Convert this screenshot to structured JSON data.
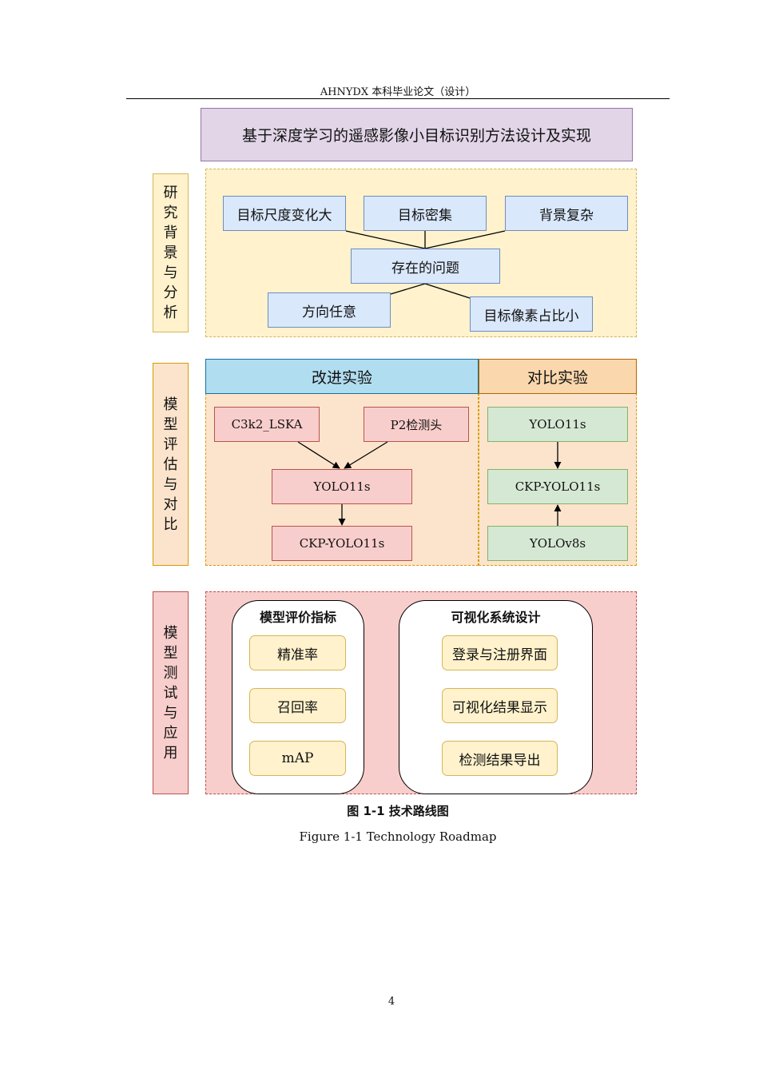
{
  "header": {
    "text": "AHNYDX 本科毕业论文（设计）"
  },
  "figure": {
    "title": "基于深度学习的遥感影像小目标识别方法设计及实现",
    "section1": {
      "label": [
        "研",
        "究",
        "背",
        "景",
        "与",
        "分",
        "析"
      ],
      "top_nodes": [
        "目标尺度变化大",
        "目标密集",
        "背景复杂"
      ],
      "center": "存在的问题",
      "bottom_nodes": [
        "方向任意",
        "目标像素占比小"
      ]
    },
    "section2": {
      "label": [
        "模",
        "型",
        "评",
        "估",
        "与",
        "对",
        "比"
      ],
      "improve_header": "改进实验",
      "compare_header": "对比实验",
      "improve_nodes": {
        "a": "C3k2_LSKA",
        "b": "P2检测头",
        "c": "YOLO11s",
        "d": "CKP-YOLO11s"
      },
      "compare_nodes": {
        "a": "YOLO11s",
        "b": "CKP-YOLO11s",
        "c": "YOLOv8s"
      }
    },
    "section3": {
      "label": [
        "模",
        "型",
        "测",
        "试",
        "与",
        "应",
        "用"
      ],
      "metrics_title": "模型评价指标",
      "metrics": [
        "精准率",
        "召回率",
        "mAP"
      ],
      "system_title": "可视化系统设计",
      "system_items": [
        "登录与注册界面",
        "可视化结果显示",
        "检测结果导出"
      ]
    },
    "colors": {
      "title_fill": "#e1d5e7",
      "section1_fill": "#fff2cc",
      "section2_fill": "#fce4cc",
      "section3_fill": "#f8cecc",
      "improve_header_fill": "#b1ddf0",
      "compare_header_fill": "#fad7ac"
    }
  },
  "caption": {
    "cn": "图 1-1  技术路线图",
    "en": "Figure 1-1 Technology Roadmap"
  },
  "page_number": "4"
}
